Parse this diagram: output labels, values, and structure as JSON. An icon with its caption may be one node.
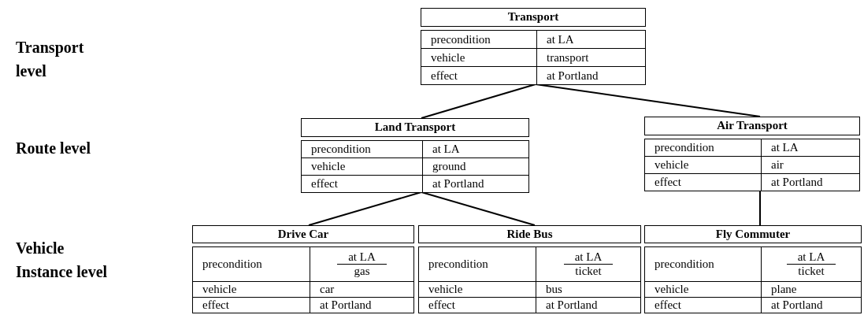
{
  "diagram": {
    "nodes": [
      {
        "text": [
          "Transport",
          "precondition",
          "at LA",
          "vehicle",
          "transport",
          "effect",
          "at Portland"
        ]
      },
      {
        "text": [
          "Land Transport",
          "precondition",
          "at LA",
          "vehicle",
          "ground",
          "effect",
          "at Portland"
        ]
      },
      {
        "text": [
          "Air Transport",
          "precondition",
          "at LA",
          "vehicle",
          "air",
          "effect",
          "at Portland"
        ]
      },
      {
        "text": [
          "Drive Car",
          "precondition",
          "at LA",
          "gas",
          "vehicle",
          "car",
          "effect",
          "at Portland"
        ]
      },
      {
        "text": [
          "Ride Bus",
          "precondition",
          "at LA",
          "ticket",
          "vehicle",
          "bus",
          "effect",
          "at Portland"
        ]
      },
      {
        "text": [
          "Fly Commuter",
          "precondition",
          "at LA",
          "ticket",
          "vehicle",
          "plane",
          "effect",
          "at Portland"
        ]
      }
    ],
    "edges": [
      {
        "from": 0,
        "to": 1,
        "arrow": "none"
      },
      {
        "from": 0,
        "to": 2,
        "arrow": "none"
      },
      {
        "from": 1,
        "to": 3,
        "arrow": "none"
      },
      {
        "from": 1,
        "to": 4,
        "arrow": "none"
      },
      {
        "from": 2,
        "to": 5,
        "arrow": "none"
      }
    ],
    "labels": [
      "Transport level",
      "Route level",
      "Vehicle Instance level"
    ]
  }
}
